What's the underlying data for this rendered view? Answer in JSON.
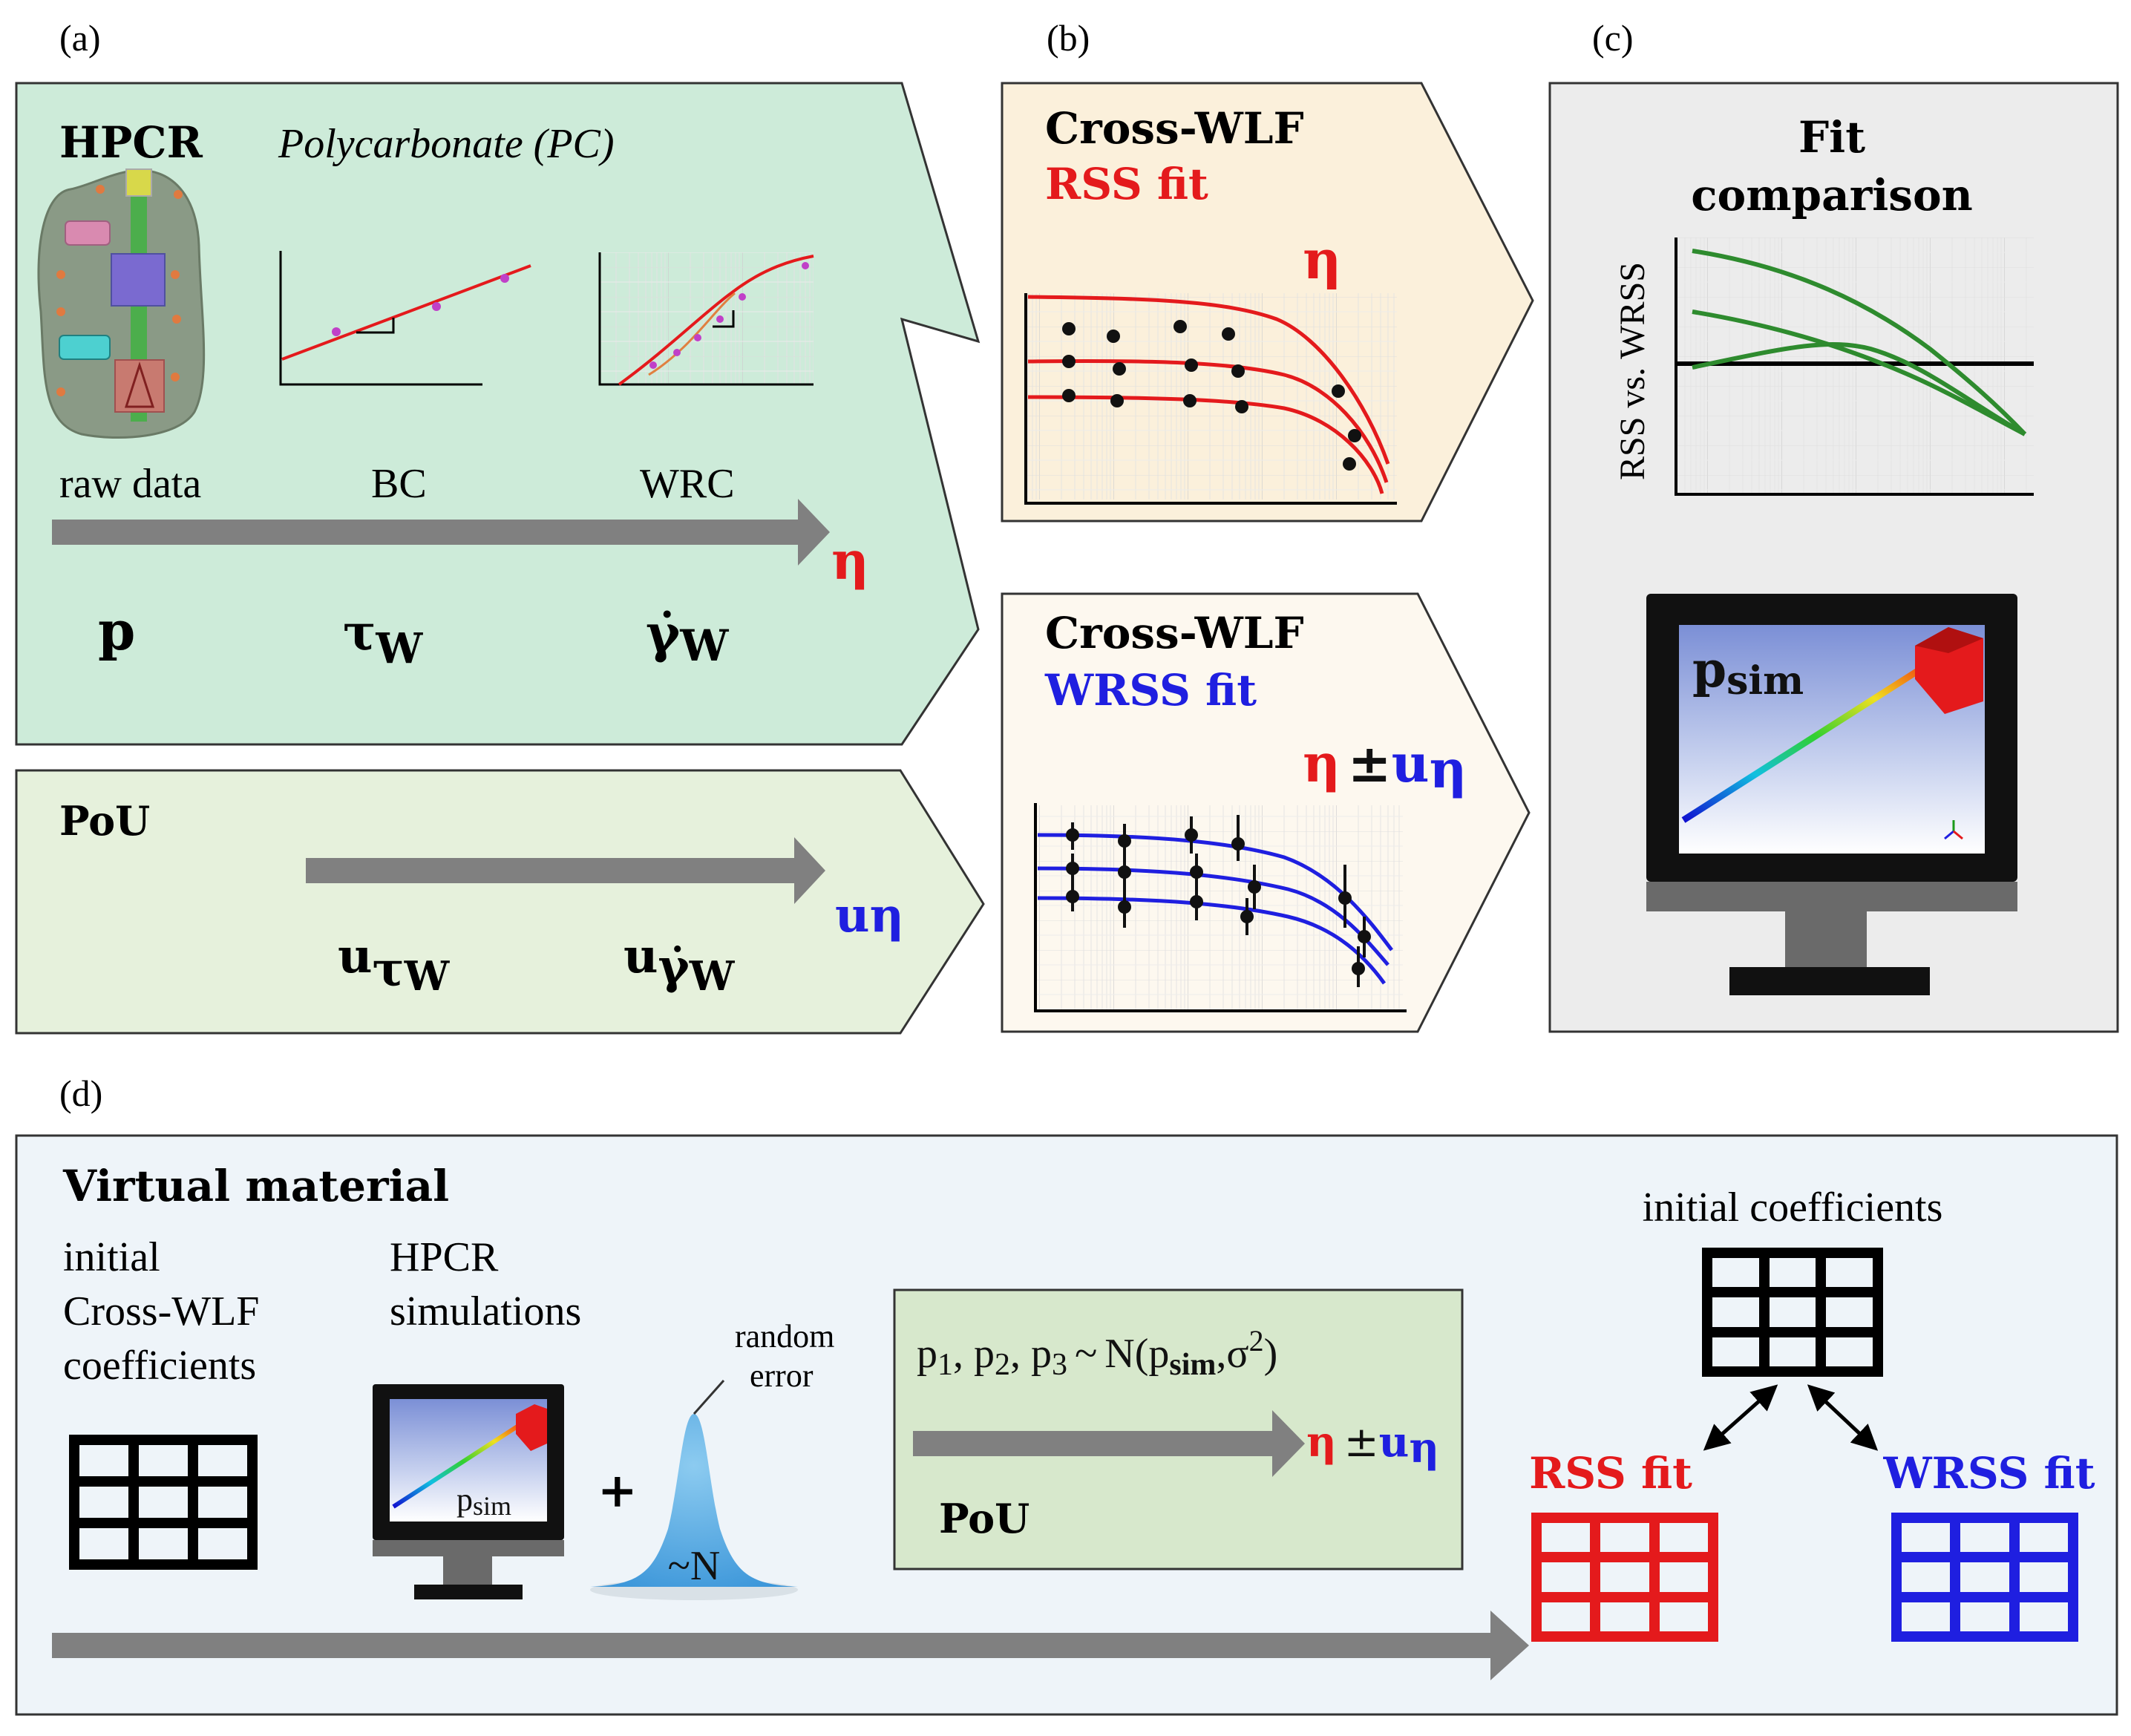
{
  "panel_labels": {
    "a": "(a)",
    "b": "(b)",
    "c": "(c)",
    "d": "(d)"
  },
  "panel_a": {
    "title": "HPCR",
    "material": "Polycarbonate (PC)",
    "steps": [
      "raw data",
      "BC",
      "WRC"
    ],
    "symbols": {
      "p": "p",
      "tau": "τ",
      "tau_sub": "W",
      "gamma": "γ̇",
      "gamma_sub": "W",
      "eta": "η"
    },
    "pou": {
      "title": "PoU",
      "u_symbol": "u",
      "u_tau": "τ",
      "u_tau_sub": "W",
      "u_gamma": "γ̇",
      "u_gamma_sub": "W",
      "u_eta": "η"
    }
  },
  "panel_b": {
    "top": {
      "title": "Cross-WLF",
      "fit": "RSS fit",
      "eta": "η"
    },
    "bottom": {
      "title": "Cross-WLF",
      "fit": "WRSS fit",
      "eta": "η",
      "pm": "±",
      "u": "u",
      "u_sub": "η"
    }
  },
  "panel_c": {
    "title_line1": "Fit",
    "title_line2": "comparison",
    "ylabel": "RSS vs. WRSS",
    "p_sim": "p",
    "p_sim_sub": "sim"
  },
  "panel_d": {
    "title": "Virtual material",
    "initial_lines": [
      "initial",
      "Cross-WLF",
      "coefficients"
    ],
    "hpcr_lines": [
      "HPCR",
      "simulations"
    ],
    "p_sim": "p",
    "p_sim_sub": "sim",
    "plus": "+",
    "random_error": [
      "random",
      "error"
    ],
    "normal": "~N",
    "formula": {
      "p1": "p",
      "s1": "1",
      "p2": "p",
      "s2": "2",
      "p3": "p",
      "s3": "3",
      "tilde": "~",
      "N": "N(p",
      "sim": "sim",
      "sigma": ",σ",
      "sq": "2",
      "close": ")"
    },
    "eta": "η",
    "pm": "±",
    "u": "u",
    "u_sub": "η",
    "pou": "PoU",
    "initial_coefficients": "initial coefficients",
    "rss_fit": "RSS fit",
    "wrss_fit": "WRSS fit"
  },
  "colors": {
    "panel_a_fill": "#cdebd9",
    "panel_pou_fill": "#e6f1dc",
    "panel_b_fill": "#fbf0db",
    "panel_b2_fill": "#fdf8ef",
    "panel_c_fill": "#ececec",
    "panel_d_fill": "#eef4f9",
    "pou_box_fill": "#d7e8cc",
    "red": "#e41a1c",
    "blue": "#1f1fe0",
    "green": "#2e8b2e",
    "arrow_gray": "#808080"
  }
}
